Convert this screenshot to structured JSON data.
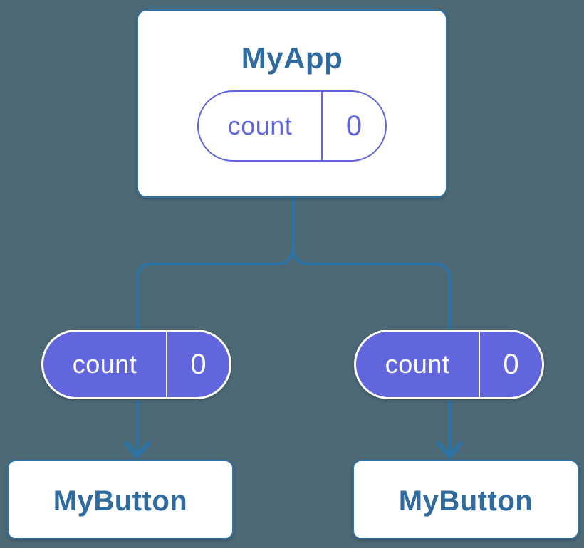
{
  "diagram": {
    "parent": {
      "title": "MyApp",
      "state": {
        "key": "count",
        "value": "0"
      }
    },
    "children": [
      {
        "title": "MyButton",
        "state": {
          "key": "count",
          "value": "0"
        }
      },
      {
        "title": "MyButton",
        "state": {
          "key": "count",
          "value": "0"
        }
      }
    ]
  },
  "colors": {
    "background": "#4D6975",
    "connector_blue": "#2E73A6",
    "node_border_blue": "#3072A5",
    "node_text_blue": "#2F6B9E",
    "state_purple": "#6166DC",
    "pill_text_white": "#FFFFFF"
  }
}
